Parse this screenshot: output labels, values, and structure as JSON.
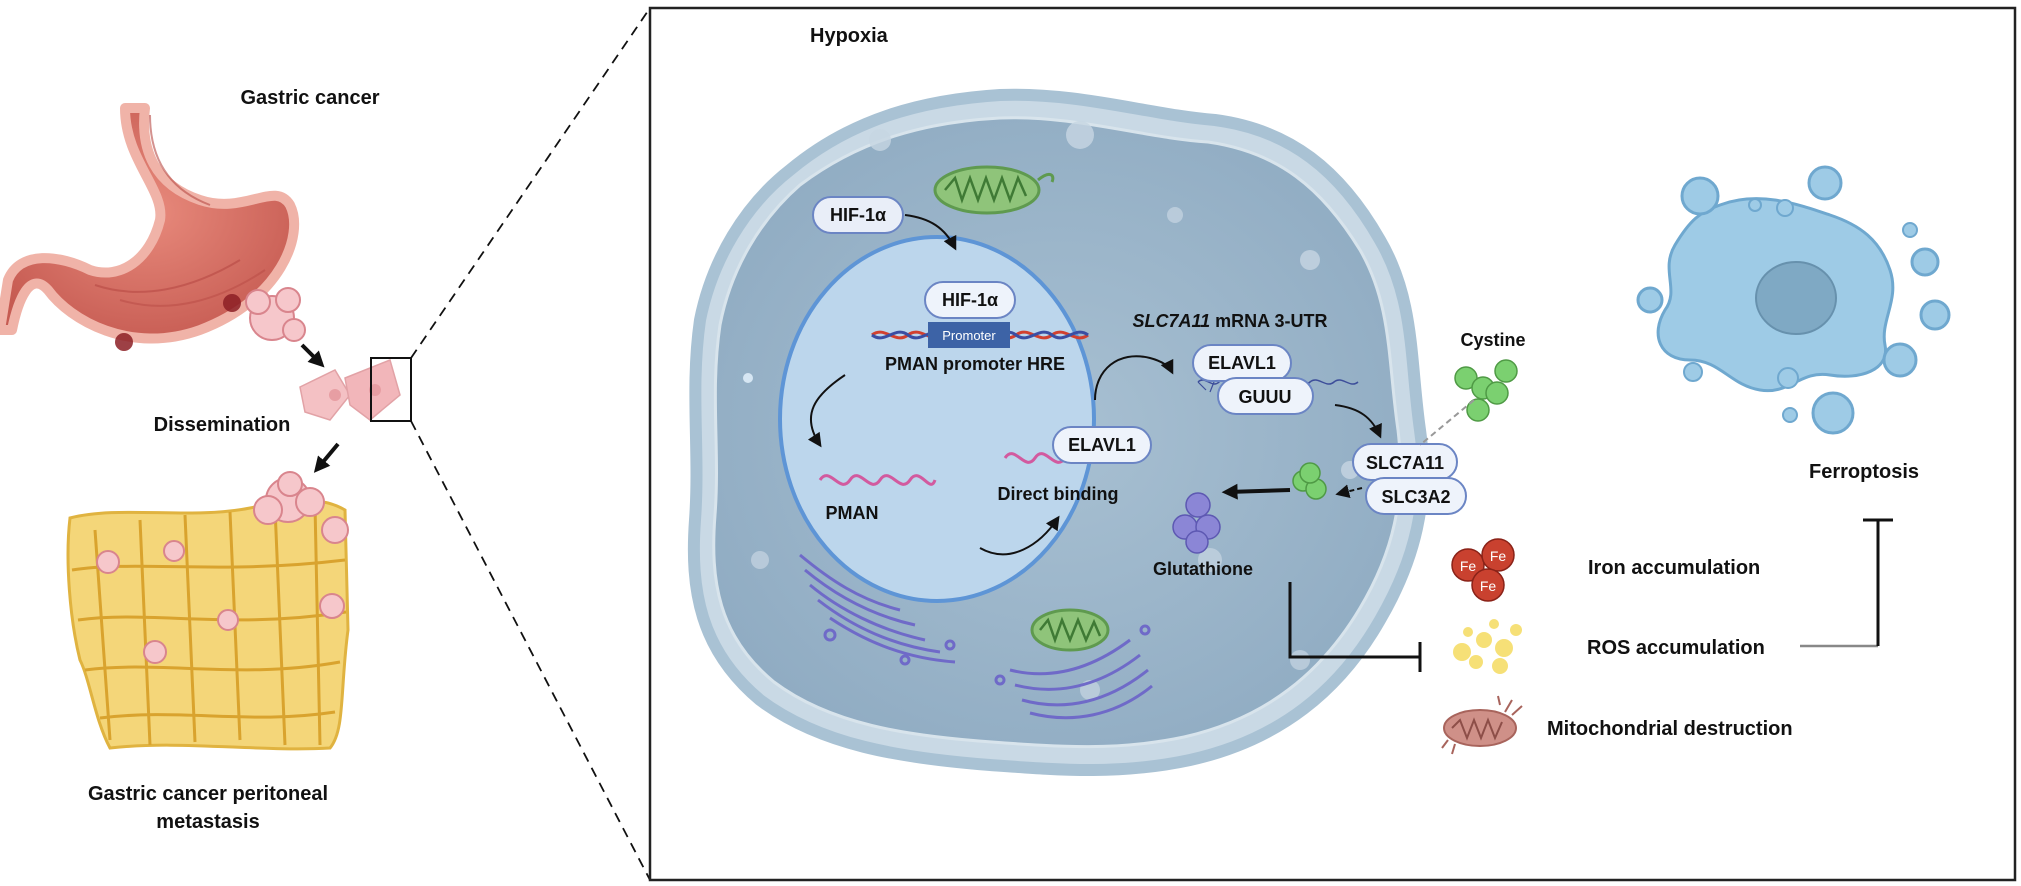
{
  "left_panel": {
    "title_top": "Gastric cancer",
    "dissemination": "Dissemination",
    "bottom_line1": "Gastric cancer peritoneal",
    "bottom_line2": "metastasis"
  },
  "panel": {
    "hypoxia": "Hypoxia"
  },
  "cell": {
    "hif_cyto": "HIF-1α",
    "hif_nuc": "HIF-1α",
    "promoter": "Promoter",
    "pman_promoter": "PMAN promoter HRE",
    "pman": "PMAN",
    "elavl1_nuc": "ELAVL1",
    "direct_binding": "Direct binding",
    "mrna_italic": "SLC7A11",
    "mrna_rest": " mRNA 3-UTR",
    "elavl1_cyto": "ELAVL1",
    "guuu": "GUUU",
    "slc7a11": "SLC7A11",
    "slc3a2": "SLC3A2",
    "glutathione": "Glutathione"
  },
  "right_side": {
    "cystine": "Cystine",
    "fe": "Fe",
    "iron": "Iron accumulation",
    "ros": "ROS accumulation",
    "mito": "Mitochondrial destruction",
    "ferroptosis": "Ferroptosis"
  },
  "colors": {
    "cell_fill": "#b7cbd9",
    "cell_border": "#9fb8ca",
    "nucleus_fill": "#b9d5ec",
    "nucleus_border": "#6b9fd8",
    "stomach": "#d9736a",
    "peritoneum": "#f2cf6a",
    "tumor": "#f4b8bd",
    "green": "#74c368",
    "purple": "#8b86d6",
    "iron": "#c9412f",
    "ros": "#f6e077",
    "ferroptosis": "#9ecbe6"
  }
}
